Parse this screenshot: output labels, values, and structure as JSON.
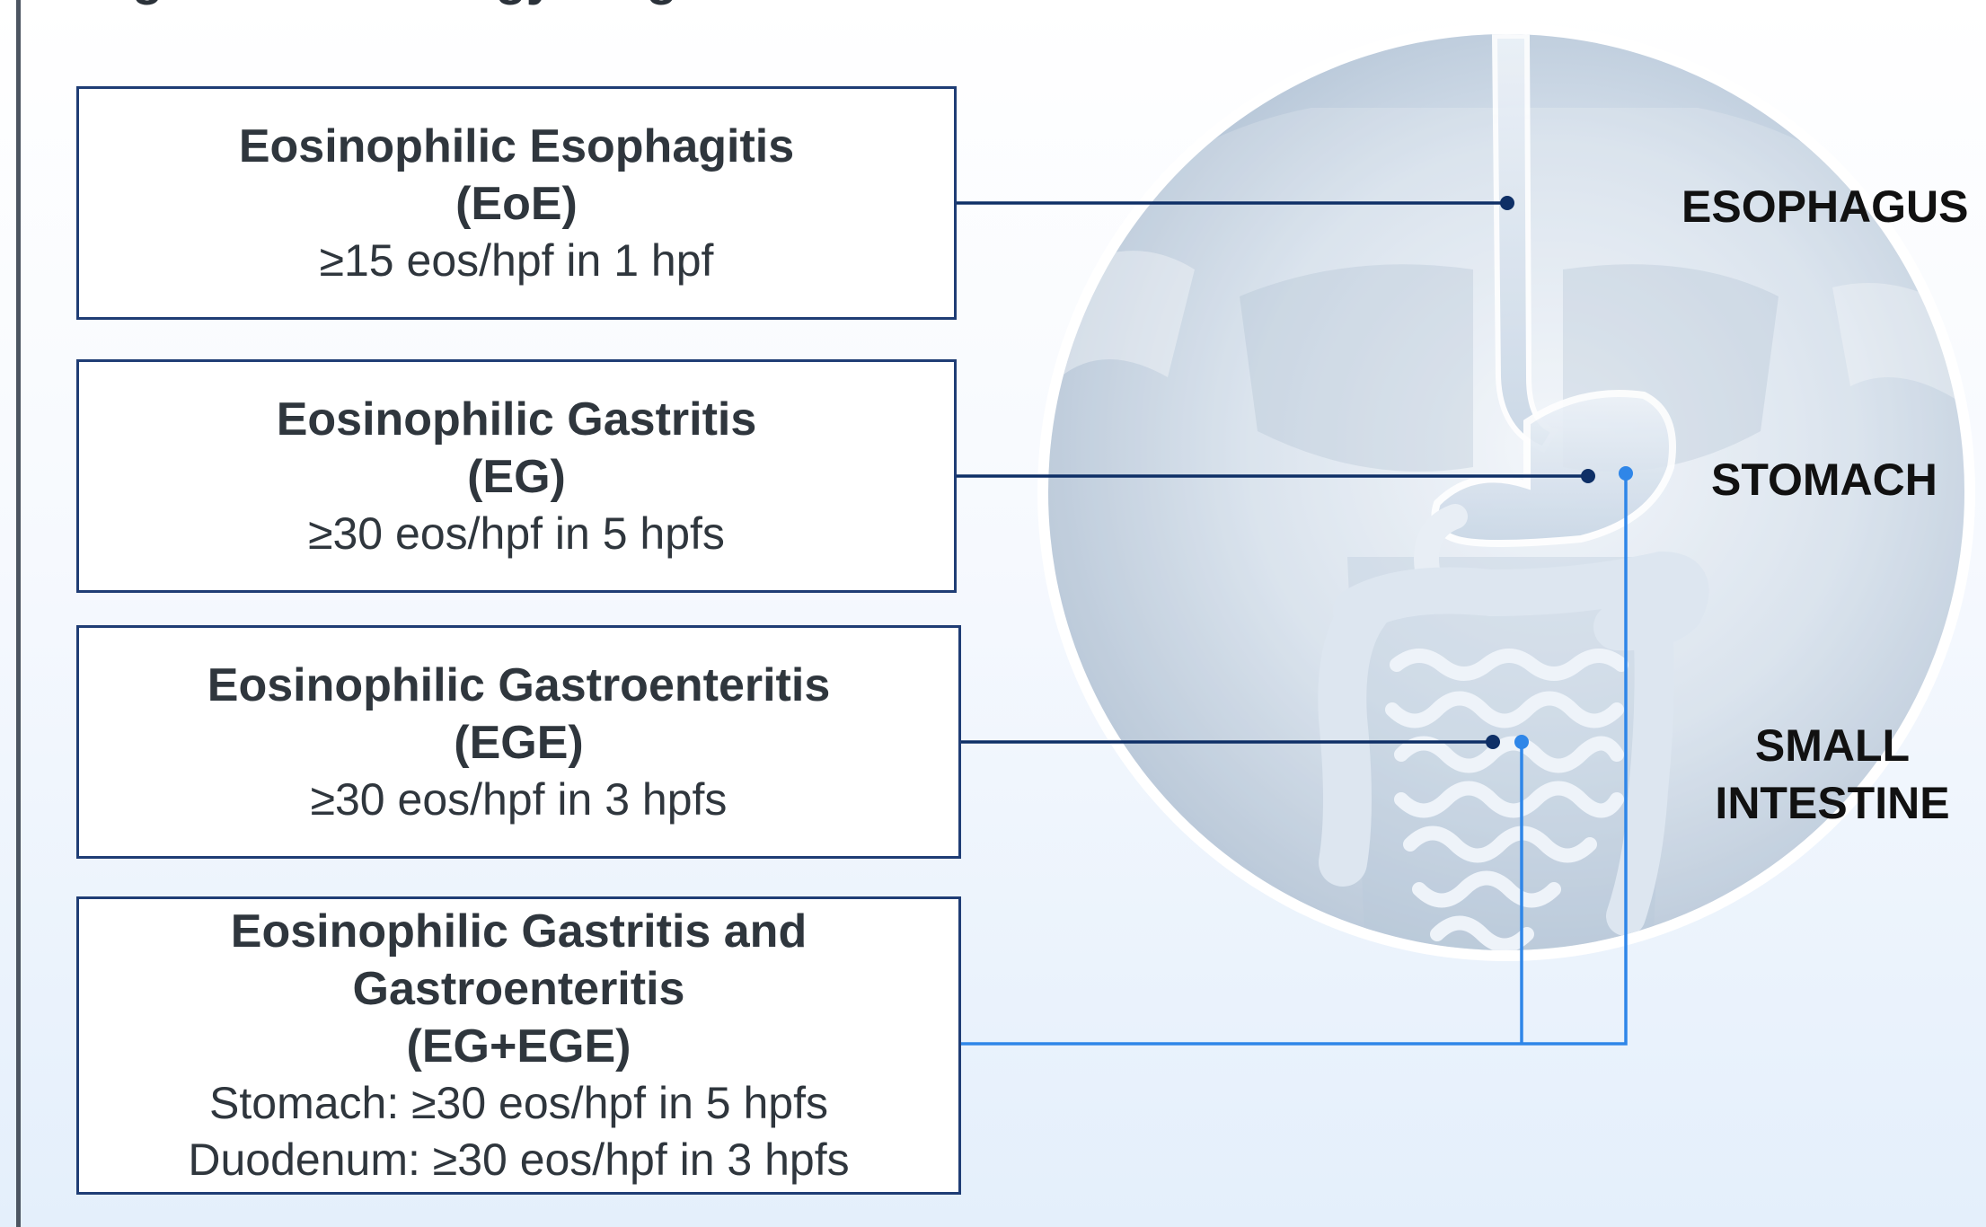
{
  "colors": {
    "box_border": "#1f3d75",
    "dark_connector": "#0e2f66",
    "light_connector": "#2f86e8",
    "text": "#2f363d"
  },
  "title_fragment": "Diagnostic Histology Diagnoses",
  "boxes": [
    {
      "name": "Eosinophilic Esophagitis",
      "abbr": "(EoE)",
      "criteria": [
        "≥15 eos/hpf in 1 hpf"
      ]
    },
    {
      "name": "Eosinophilic Gastritis",
      "abbr": "(EG)",
      "criteria": [
        "≥30 eos/hpf in 5 hpfs"
      ]
    },
    {
      "name": "Eosinophilic Gastroenteritis",
      "abbr": "(EGE)",
      "criteria": [
        "≥30 eos/hpf in 3 hpfs"
      ]
    },
    {
      "name_line1": "Eosinophilic Gastritis and",
      "name_line2": "Gastroenteritis",
      "abbr": "(EG+EGE)",
      "criteria": [
        "Stomach: ≥30 eos/hpf in 5 hpfs",
        "Duodenum: ≥30 eos/hpf in 3 hpfs"
      ]
    }
  ],
  "organs": {
    "esophagus": "ESOPHAGUS",
    "stomach": "STOMACH",
    "small_intestine_line1": "SMALL",
    "small_intestine_line2": "INTESTINE"
  }
}
